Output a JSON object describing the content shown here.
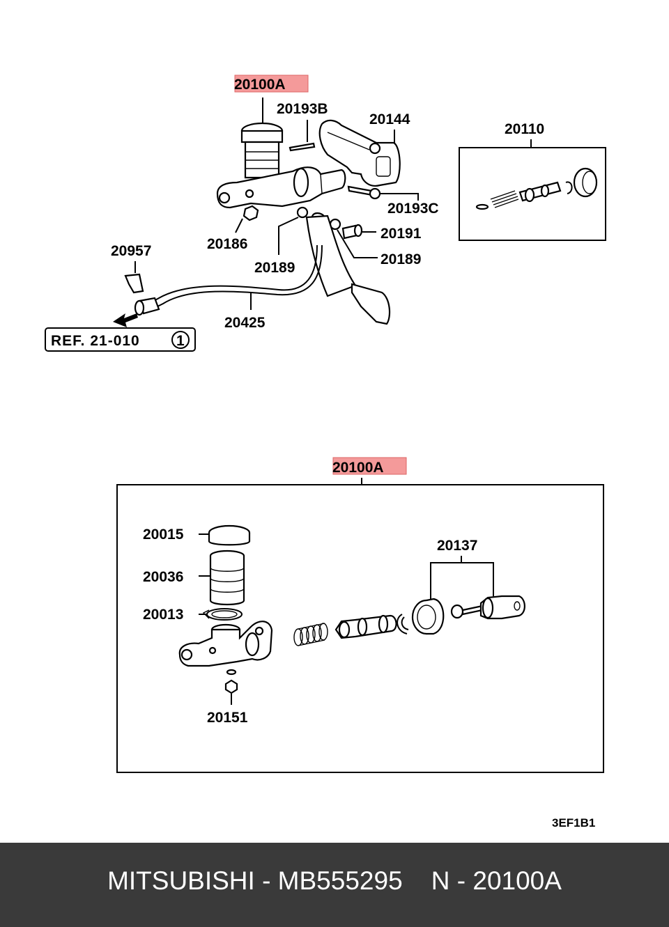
{
  "diagram": {
    "highlight_color": "#f49a9a",
    "top_callouts": {
      "main_part": "20100A",
      "pin": "20193B",
      "bracket": "20144",
      "kit_box": "20110",
      "bolt_c": "20193C",
      "nut": "20186",
      "bolt": "20191",
      "washer_left": "20189",
      "washer_right": "20189",
      "clip": "20957",
      "hose": "20425"
    },
    "reference_box": {
      "text": "REF. 21-010",
      "circle_number": "1"
    },
    "bottom_callouts": {
      "main_part": "20100A",
      "cap": "20015",
      "reservoir": "20036",
      "clamp": "20013",
      "kit": "20137",
      "bleeder": "20151"
    },
    "diagram_code": "3EF1B1"
  },
  "footer": {
    "caption": "MITSUBISHI - MB555295    N - 20100A"
  }
}
